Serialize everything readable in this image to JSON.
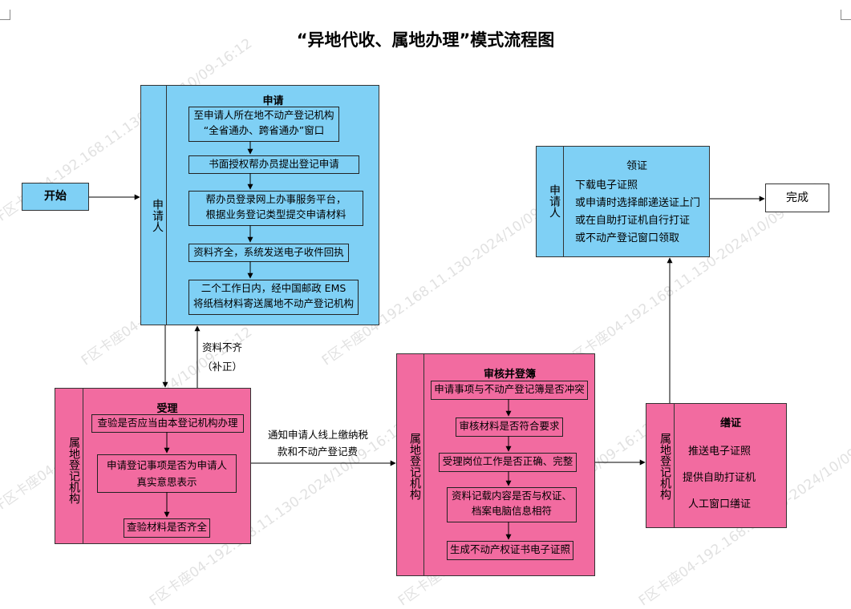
{
  "title": "“异地代收、属地办理”模式流程图",
  "start": "开始",
  "finish": "完成",
  "apply": {
    "header": "申请",
    "side": "申请人",
    "steps": [
      "至申请人所在地不动产登记机构\n“全省通办、跨省通办”窗口",
      "书面授权帮办员提出登记申请",
      "帮办员登录网上办事服务平台，\n根据业务登记类型提交申请材料",
      "资料齐全，系统发送电子收件回执",
      "二个工作日内，经中国邮政 EMS\n将纸档材料寄送属地不动产登记机构"
    ]
  },
  "accept": {
    "header": "受理",
    "side": "属地登记机构",
    "steps": [
      "查验是否应当由本登记机构办理",
      "申请登记事项是否为申请人\n真实意思表示",
      "查验材料是否齐全"
    ]
  },
  "review": {
    "header": "审核并登簿",
    "side": "属地登记机构",
    "steps": [
      "申请事项与不动产登记簿是否冲突",
      "审核材料是否符合要求",
      "受理岗位工作是否正确、完整",
      "资料记载内容是否与权证、\n档案电脑信息相符",
      "生成不动产权证书电子证照"
    ]
  },
  "issue": {
    "header": "缮证",
    "side": "属地登记机构",
    "lines": [
      "推送电子证照",
      "提供自助打证机",
      "人工窗口缮证"
    ]
  },
  "collect": {
    "header": "领证",
    "side": "申请人",
    "lines": [
      "下载电子证照",
      "或申请时选择邮递送证上门",
      "或在自助打证机自行打证",
      "或不动产登记窗口领取"
    ]
  },
  "notes": {
    "incomplete": "资料不齐",
    "supplement": "（补正）",
    "pay_line1": "通知申请人线上缴纳税",
    "pay_line2": "款和不动产登记费"
  },
  "watermark": "F区卡座04-192.168.11.130-2024/10/09-16:12"
}
